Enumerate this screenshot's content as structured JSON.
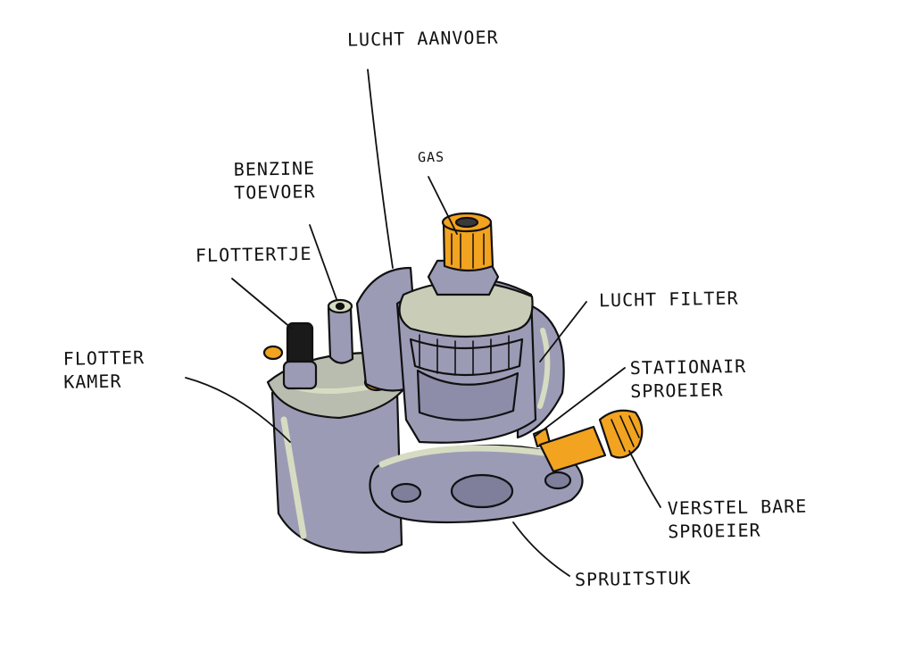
{
  "labels": {
    "lucht_aanvoer": "LUCHT AANVOER",
    "gas": "GAS",
    "benzine_toevoer_1": "BENZINE",
    "benzine_toevoer_2": "TOEVOER",
    "flottertje": "FLOTTERTJE",
    "flotter_kamer_1": "FLOTTER",
    "flotter_kamer_2": "KAMER",
    "lucht_filter": "LUCHT FILTER",
    "stationair_sproeier_1": "STATIONAIR",
    "stationair_sproeier_2": "SPROEIER",
    "verstelbare_sproeier_1": "VERSTEL BARE",
    "verstelbare_sproeier_2": "SPROEIER",
    "spruitstuk": "SPRUITSTUK"
  },
  "colors": {
    "body": "#9c9bb6",
    "body_shadow": "#7f7e9b",
    "highlight": "#d6dcc2",
    "brass": "#f2a320",
    "ink": "#111111"
  }
}
